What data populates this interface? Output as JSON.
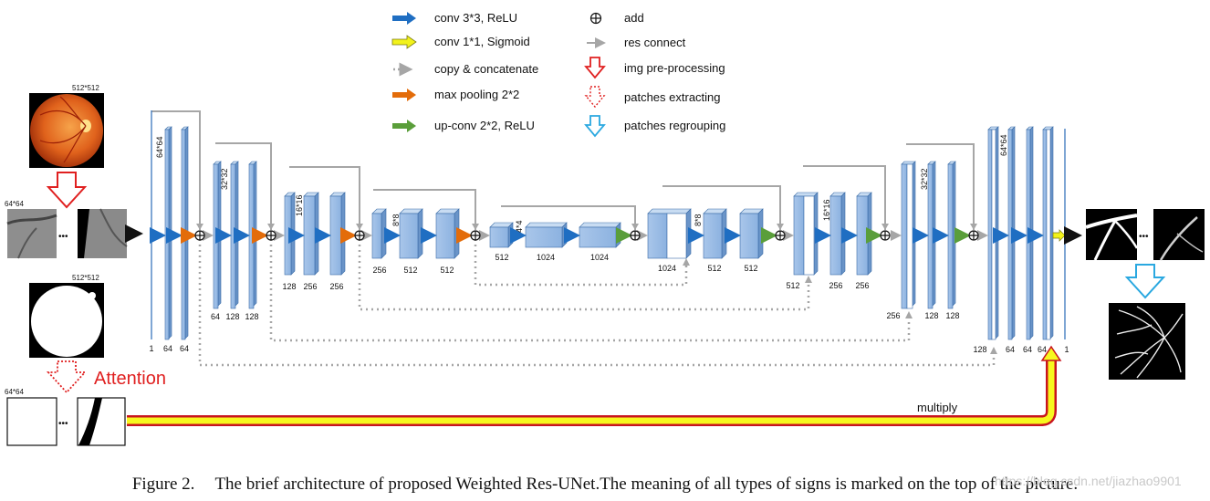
{
  "legend": [
    {
      "key": "conv",
      "label": "conv 3*3, ReLU",
      "color": "#1f6ec2",
      "icon": "blue-arrow"
    },
    {
      "key": "conv1",
      "label": "conv 1*1, Sigmoid",
      "color": "#f2f21a",
      "icon": "yellow-arrow"
    },
    {
      "key": "copy",
      "label": "copy & concatenate",
      "color": "#a6a6a6",
      "icon": "dotted-arrow"
    },
    {
      "key": "pool",
      "label": "max pooling 2*2",
      "color": "#e36c0a",
      "icon": "orange-arrow"
    },
    {
      "key": "upconv",
      "label": "up-conv  2*2,   ReLU",
      "color": "#5a9e3a",
      "icon": "green-arrow"
    },
    {
      "key": "add",
      "label": "add",
      "icon": "circle-plus"
    },
    {
      "key": "res",
      "label": "res connect",
      "color": "#a6a6a6",
      "icon": "gray-arrow"
    },
    {
      "key": "pre",
      "label": "img pre-processing",
      "color": "#e02020",
      "icon": "red-hollow-down-arrow"
    },
    {
      "key": "extract",
      "label": "patches extracting",
      "color": "#e02020",
      "icon": "red-dotted-down-arrow"
    },
    {
      "key": "regroup",
      "label": "patches regrouping",
      "color": "#2aa8e0",
      "icon": "cyan-hollow-down-arrow"
    }
  ],
  "inputs": {
    "fundus_size": "512*512",
    "mask_size": "512*512",
    "patch_size": "64*64",
    "mask_patch_size": "64*64",
    "ellipsis": "•••",
    "attention_label": "Attention",
    "multiply_label": "multiply"
  },
  "resolutions": {
    "r64": "64*64",
    "r32": "32*32",
    "r16": "16*16",
    "r8": "8*8",
    "r4": "4*4",
    "d8": "8*8",
    "d16": "16*16",
    "d32": "32*32",
    "d64": "64*64"
  },
  "channels": {
    "enc1": [
      "1",
      "64",
      "64"
    ],
    "enc2": [
      "64",
      "128",
      "128"
    ],
    "enc3": [
      "128",
      "256",
      "256"
    ],
    "enc4": [
      "256",
      "512",
      "512"
    ],
    "bottom": [
      "512",
      "1024",
      "1024"
    ],
    "dec4": [
      "1024",
      "512",
      "512"
    ],
    "dec3": [
      "512",
      "256",
      "256"
    ],
    "dec2": [
      "256",
      "128",
      "128"
    ],
    "dec1": [
      "128",
      "64",
      "64",
      "64",
      "1"
    ]
  },
  "caption": {
    "label": "Figure 2.",
    "text": "The brief architecture of proposed Weighted Res-UNet.The meaning of all types of signs is marked on the top of the picture."
  },
  "watermark": "https://blog.csdn.net/jiazhao9901"
}
